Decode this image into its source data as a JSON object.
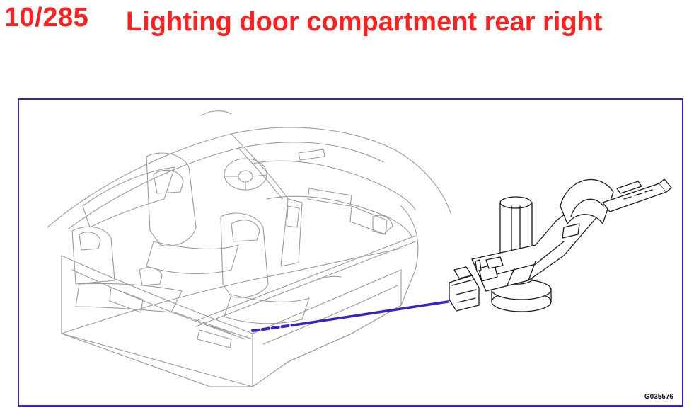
{
  "header": {
    "number": "10/285",
    "title": "Lighting door compartment rear right"
  },
  "figure": {
    "code": "G035576",
    "colors": {
      "frame": "#3a22c8",
      "leader": "#3a22c8",
      "car_lines": "#9a9a9a",
      "part_lines": "#1a1a1a",
      "title": "#ff1f1f"
    }
  }
}
